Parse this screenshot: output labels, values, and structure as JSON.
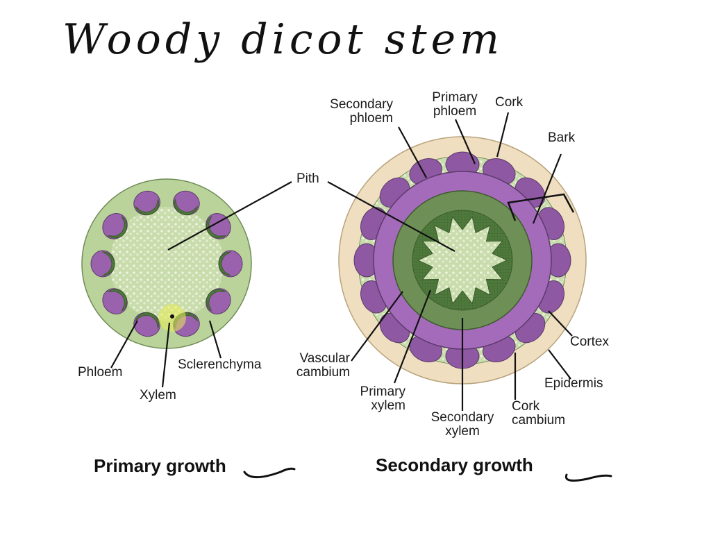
{
  "title": "Woody dicot stem",
  "primary": {
    "caption": "Primary growth",
    "labels": {
      "pith": "Pith",
      "phloem": "Phloem",
      "xylem": "Xylem",
      "sclerenchyma": "Sclerenchyma"
    }
  },
  "secondary": {
    "caption": "Secondary growth",
    "labels": {
      "secondary_phloem": [
        "Secondary",
        "phloem"
      ],
      "primary_phloem": [
        "Primary",
        "phloem"
      ],
      "cork": "Cork",
      "bark": "Bark",
      "cortex": "Cortex",
      "epidermis": "Epidermis",
      "cork_cambium": [
        "Cork",
        "cambium"
      ],
      "secondary_xylem": [
        "Secondary",
        "xylem"
      ],
      "primary_xylem": [
        "Primary",
        "xylem"
      ],
      "vascular_cambium": [
        "Vascular",
        "cambium"
      ]
    }
  },
  "colors": {
    "ground": "#b9d39a",
    "xylem": "#4f7a3c",
    "phloem": "#9a62ad",
    "cork": "#efdfc0",
    "vascular_cambium_ring": "#6e8f55",
    "highlight": "#e7ef55"
  }
}
